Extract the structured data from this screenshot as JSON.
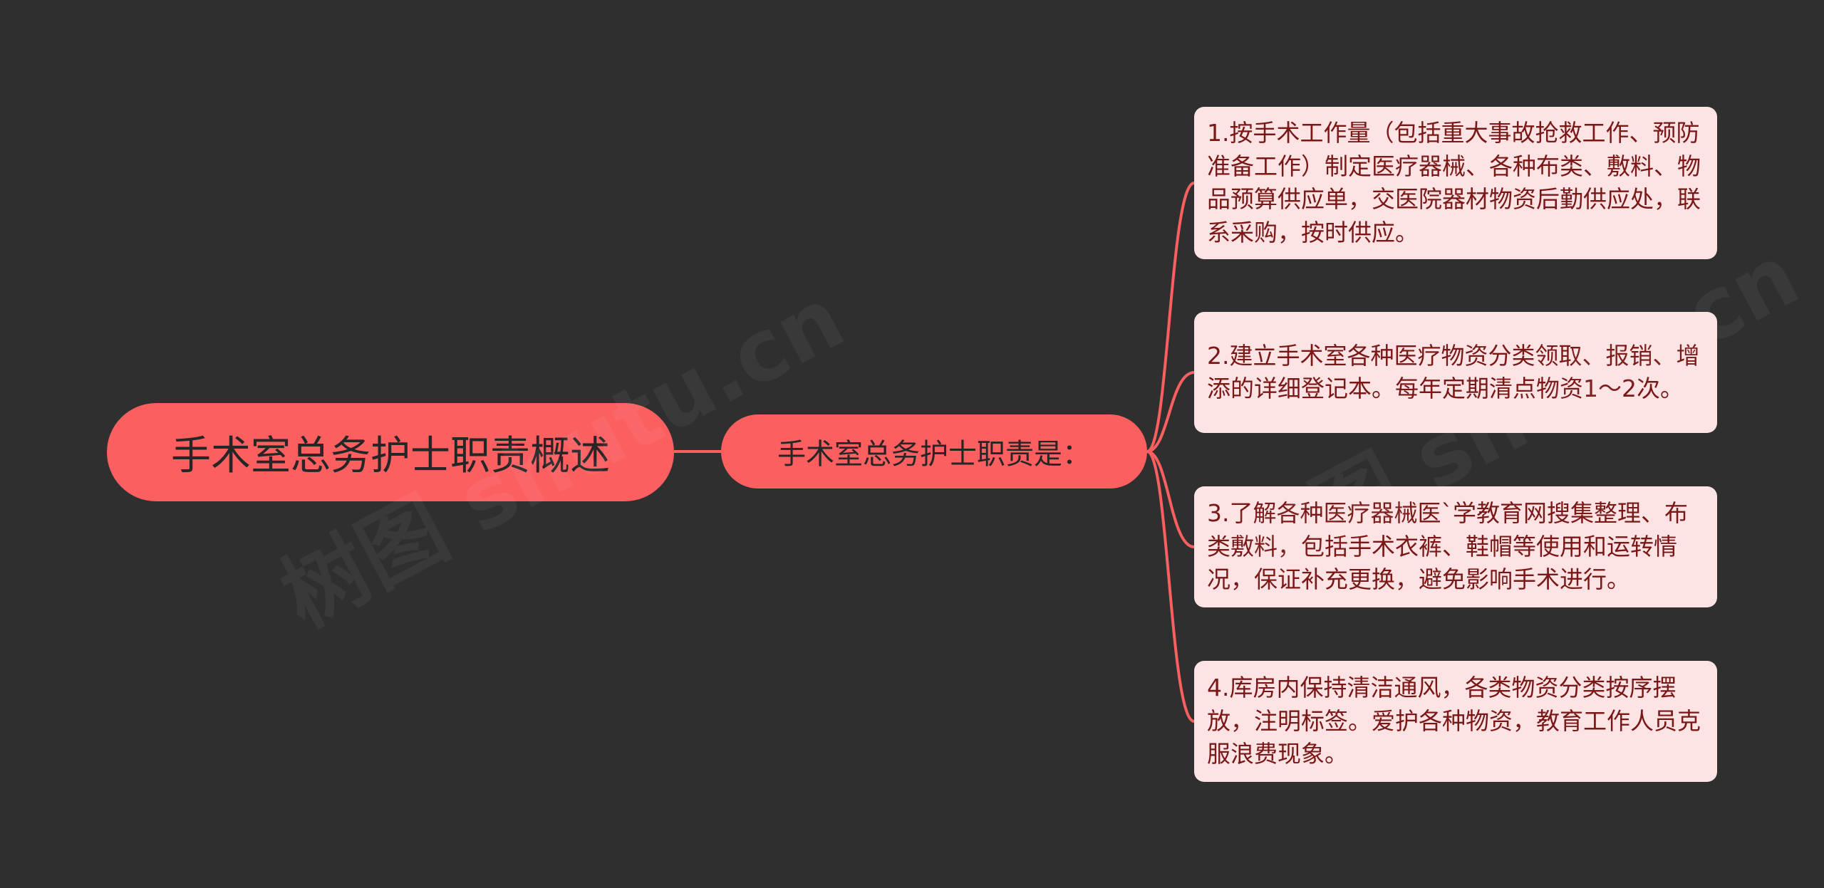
{
  "root": {
    "label": "手术室总务护士职责概述"
  },
  "branch": {
    "label": "手术室总务护士职责是："
  },
  "leaves": [
    {
      "text": "1.按手术工作量（包括重大事故抢救工作、预防准备工作）制定医疗器械、各种布类、敷料、物品预算供应单，交医院器材物资后勤供应处，联系采购，按时供应。"
    },
    {
      "text": "2.建立手术室各种医疗物资分类领取、报销、增添的详细登记本。每年定期清点物资1～2次。"
    },
    {
      "text": "3.了解各种医疗器械医`学教育网搜集整理、布类敷料，包括手术衣裤、鞋帽等使用和运转情况，保证补充更换，避免影响手术进行。"
    },
    {
      "text": "4.库房内保持清洁通风，各类物资分类按序摆放，注明标签。爱护各种物资，教育工作人员克服浪费现象。"
    }
  ],
  "watermarks": [
    {
      "text": "树图 shutu.cn"
    },
    {
      "text": "树图 shutu.cn"
    }
  ],
  "colors": {
    "background": "#2f2f2f",
    "node_fill": "#fb5f60",
    "leaf_fill": "#fde3e3",
    "leaf_text": "#7a1717",
    "connector": "#fb5f60"
  }
}
